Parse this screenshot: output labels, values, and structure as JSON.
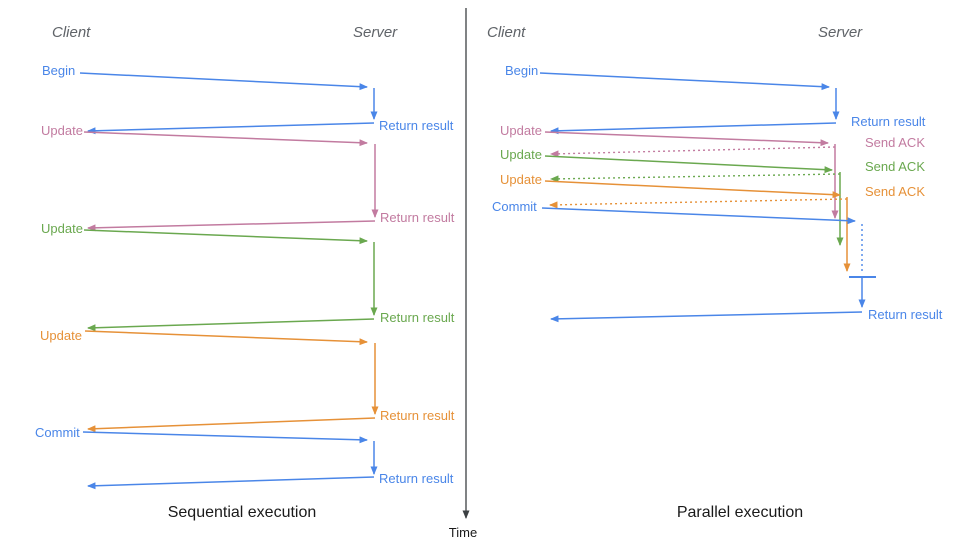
{
  "colors": {
    "blue": "#4a86e8",
    "pink": "#c27ba0",
    "green": "#6aa84f",
    "orange": "#e69138",
    "actor_gray": "#5f6368",
    "axis_dark": "#3c4043",
    "title_black": "#1a1a1a"
  },
  "time_axis": {
    "label": "Time"
  },
  "sequential": {
    "title": "Sequential execution",
    "client": "Client",
    "server": "Server",
    "begin": {
      "request": "Begin",
      "response": "Return result"
    },
    "update1": {
      "request": "Update",
      "response": "Return result"
    },
    "update2": {
      "request": "Update",
      "response": "Return result"
    },
    "update3": {
      "request": "Update",
      "response": "Return result"
    },
    "commit": {
      "request": "Commit",
      "response": "Return result"
    }
  },
  "parallel": {
    "title": "Parallel execution",
    "client": "Client",
    "server": "Server",
    "begin": {
      "request": "Begin",
      "response": "Return result"
    },
    "update1": {
      "request": "Update",
      "response": "Send ACK"
    },
    "update2": {
      "request": "Update",
      "response": "Send ACK"
    },
    "update3": {
      "request": "Update",
      "response": "Send ACK"
    },
    "commit": {
      "request": "Commit",
      "response": "Return result"
    }
  }
}
